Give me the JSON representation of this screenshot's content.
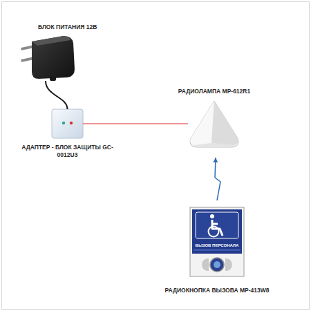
{
  "diagram": {
    "nodes": [
      {
        "text": [
          "БЛОК ПИТАНИЯ 12В"
        ]
      },
      {
        "text": [
          "АДАПТЕР - БЛОК ЗАЩИТЫ GC-0012U3"
        ]
      },
      {
        "text": [
          "РАДИОЛАМПА МР-612R1"
        ]
      },
      {
        "text": [
          "РАДИОКНОПКА ВЫЗОВА МР-413W8",
          "ВЫЗОВ ПЕРСОНАЛА"
        ]
      }
    ],
    "edges": [
      {
        "from": 0,
        "to": 1,
        "arrow": "none"
      },
      {
        "from": 1,
        "to": 2,
        "arrow": "none"
      },
      {
        "from": 3,
        "to": 2,
        "arrow": "to"
      }
    ]
  }
}
